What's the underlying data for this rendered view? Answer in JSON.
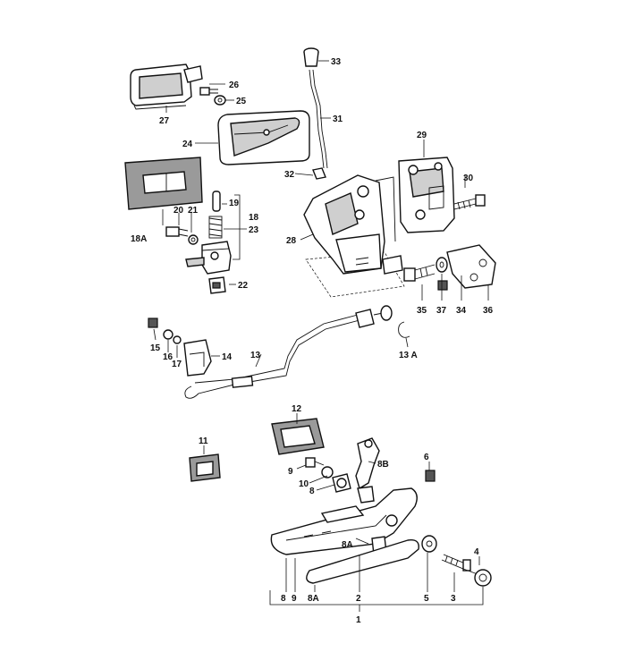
{
  "callouts": [
    {
      "id": "c1",
      "text": "1"
    },
    {
      "id": "c2",
      "text": "2"
    },
    {
      "id": "c3",
      "text": "3"
    },
    {
      "id": "c4",
      "text": "4"
    },
    {
      "id": "c5",
      "text": "5"
    },
    {
      "id": "c6",
      "text": "6"
    },
    {
      "id": "c8",
      "text": "8"
    },
    {
      "id": "c8b",
      "text": "8"
    },
    {
      "id": "c8A",
      "text": "8A"
    },
    {
      "id": "c8Ab",
      "text": "8A"
    },
    {
      "id": "c8B",
      "text": "8B"
    },
    {
      "id": "c9",
      "text": "9"
    },
    {
      "id": "c9b",
      "text": "9"
    },
    {
      "id": "c10",
      "text": "10"
    },
    {
      "id": "c11",
      "text": "11"
    },
    {
      "id": "c12",
      "text": "12"
    },
    {
      "id": "c13",
      "text": "13"
    },
    {
      "id": "c13A",
      "text": "13 A"
    },
    {
      "id": "c14",
      "text": "14"
    },
    {
      "id": "c15",
      "text": "15"
    },
    {
      "id": "c16",
      "text": "16"
    },
    {
      "id": "c17",
      "text": "17"
    },
    {
      "id": "c18",
      "text": "18"
    },
    {
      "id": "c18A",
      "text": "18A"
    },
    {
      "id": "c19",
      "text": "19"
    },
    {
      "id": "c20",
      "text": "20"
    },
    {
      "id": "c21",
      "text": "21"
    },
    {
      "id": "c22",
      "text": "22"
    },
    {
      "id": "c23",
      "text": "23"
    },
    {
      "id": "c24",
      "text": "24"
    },
    {
      "id": "c25",
      "text": "25"
    },
    {
      "id": "c26",
      "text": "26"
    },
    {
      "id": "c27",
      "text": "27"
    },
    {
      "id": "c28",
      "text": "28"
    },
    {
      "id": "c29",
      "text": "29"
    },
    {
      "id": "c30",
      "text": "30"
    },
    {
      "id": "c31",
      "text": "31"
    },
    {
      "id": "c32",
      "text": "32"
    },
    {
      "id": "c33",
      "text": "33"
    },
    {
      "id": "c34",
      "text": "34"
    },
    {
      "id": "c35",
      "text": "35"
    },
    {
      "id": "c36",
      "text": "36"
    },
    {
      "id": "c37",
      "text": "37"
    }
  ]
}
